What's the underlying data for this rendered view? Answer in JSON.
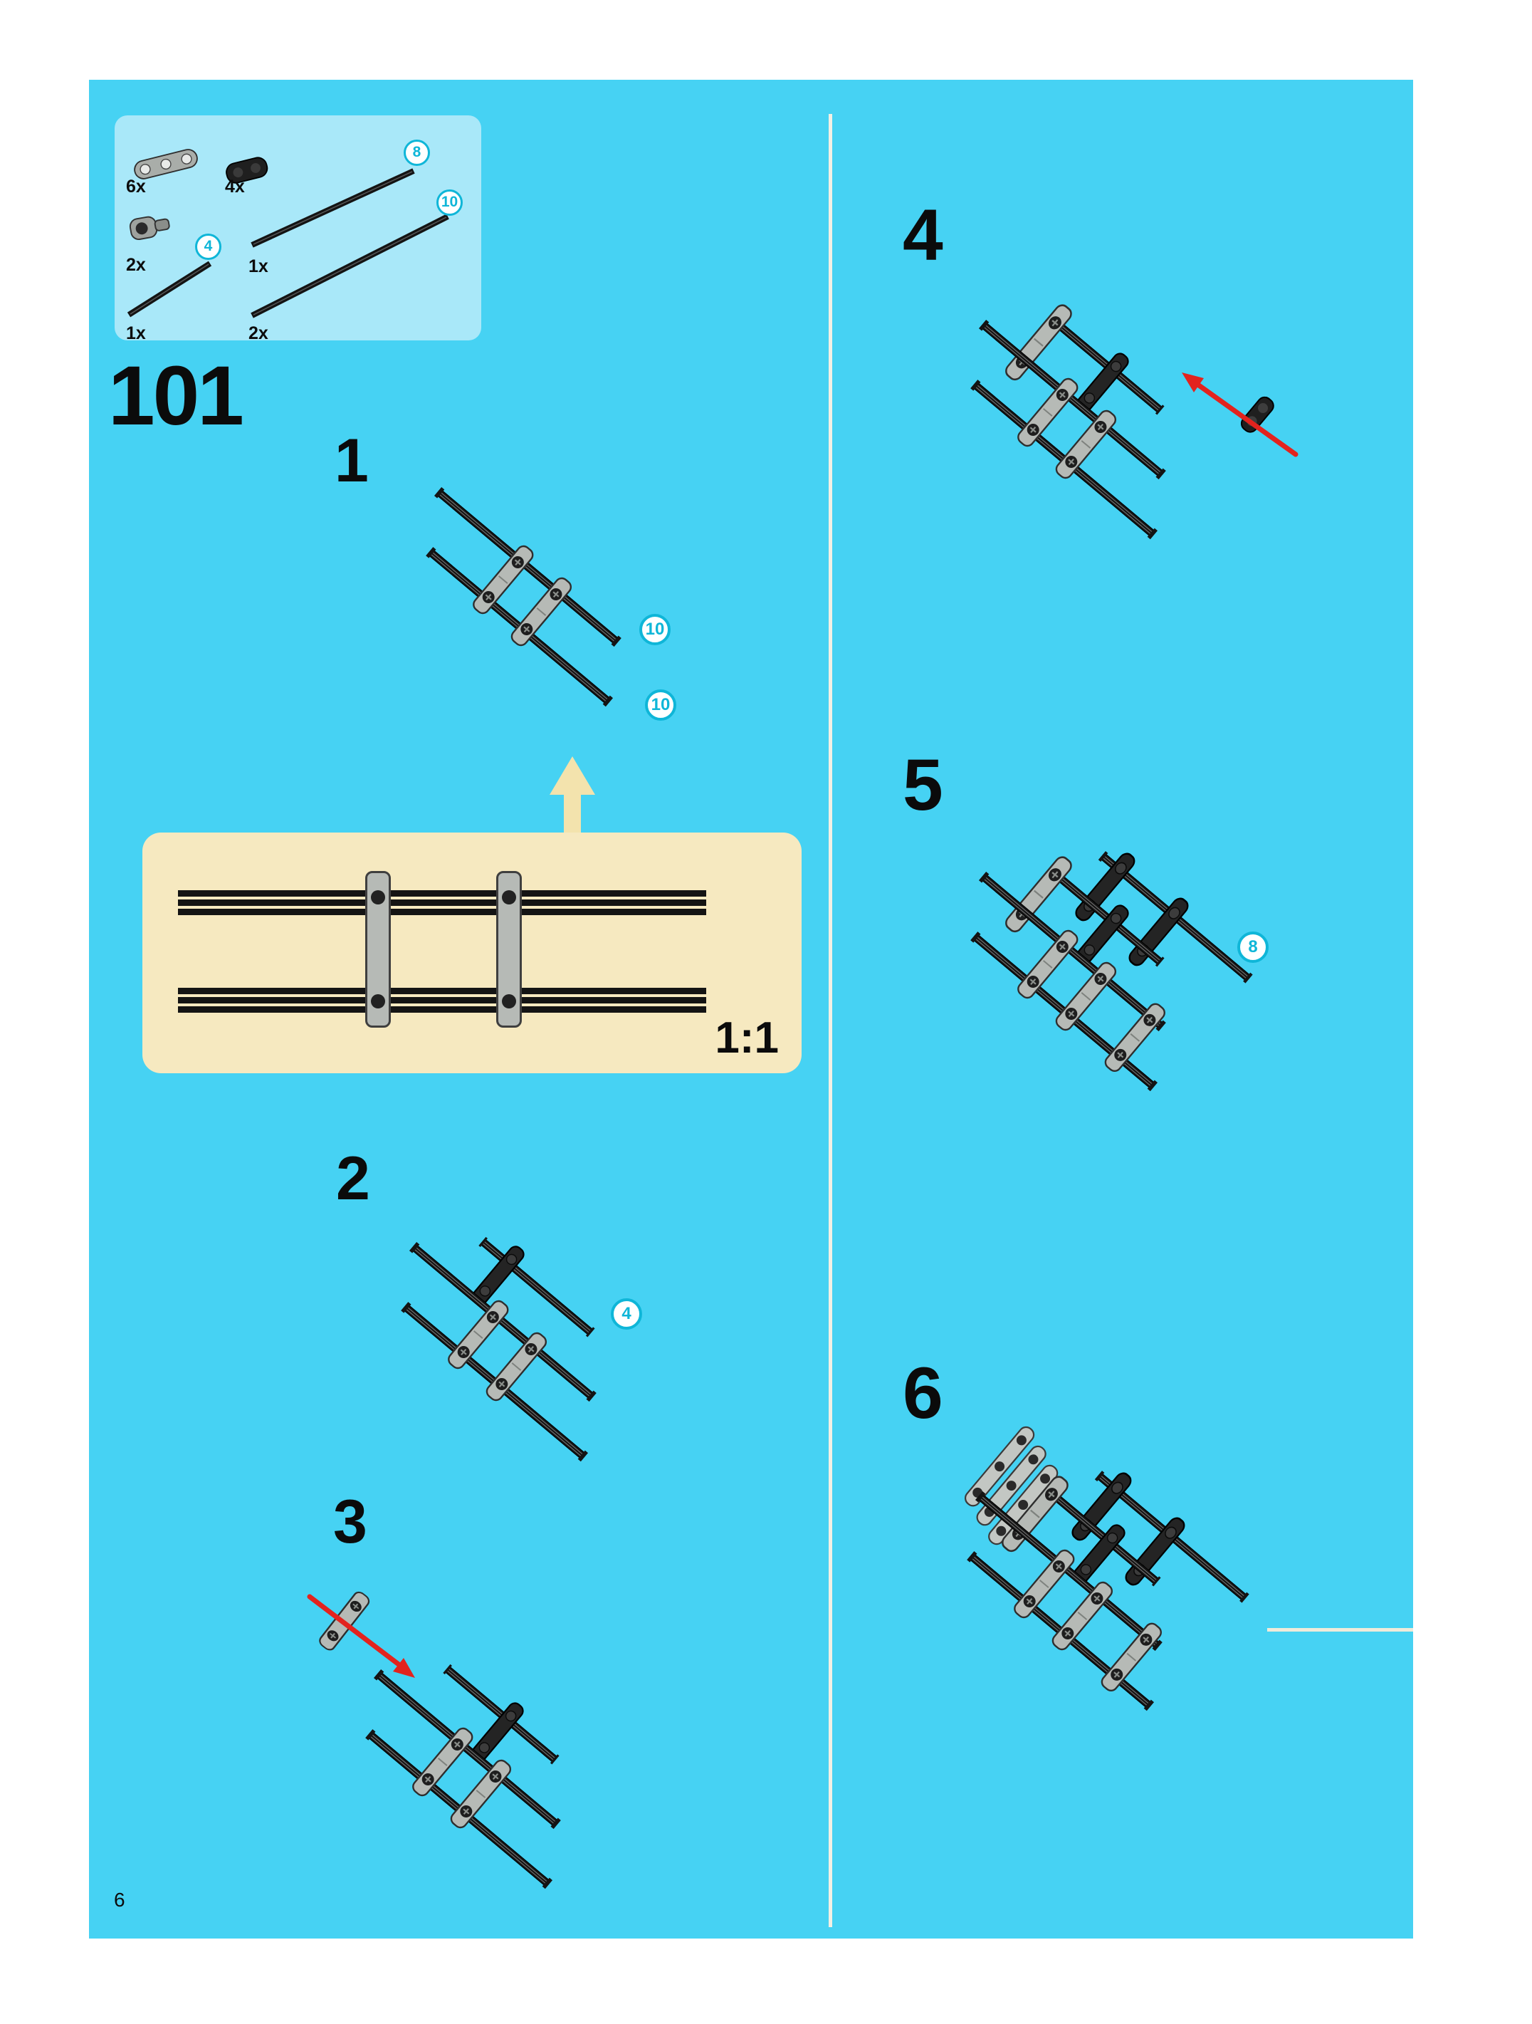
{
  "page": {
    "number": "6",
    "big_step_number": "101",
    "scale_label": "1:1"
  },
  "colors": {
    "background": "#46d2f3",
    "parts_box": "#a9e8f9",
    "scale_box": "#f6e9c0",
    "badge": "#0fb6d8",
    "arrow_red": "#e3231e",
    "arrow_cream": "#f3e3ad"
  },
  "parts_box": {
    "items": [
      {
        "qty": "6x",
        "part": "thin-beam-3-hole-gray"
      },
      {
        "qty": "4x",
        "part": "axle-connector-black"
      },
      {
        "qty": "2x",
        "part": "perpendicular-connector-gray"
      },
      {
        "qty": "1x",
        "badge": "4",
        "part": "axle-4"
      },
      {
        "qty": "1x",
        "badge": "8",
        "part": "axle-8"
      },
      {
        "qty": "2x",
        "badge": "10",
        "part": "axle-10"
      }
    ]
  },
  "steps": [
    {
      "label": "1",
      "badges": [
        "10",
        "10"
      ]
    },
    {
      "label": "2",
      "badges": [
        "4"
      ]
    },
    {
      "label": "3",
      "badges": []
    },
    {
      "label": "4",
      "badges": []
    },
    {
      "label": "5",
      "badges": [
        "8"
      ]
    },
    {
      "label": "6",
      "badges": []
    }
  ]
}
